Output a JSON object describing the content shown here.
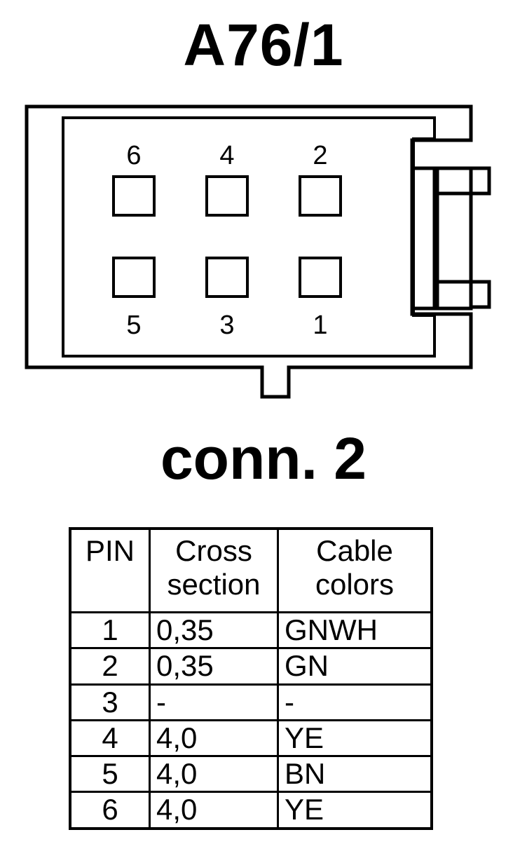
{
  "title": "A76/1",
  "subtitle": "conn. 2",
  "connector": {
    "top_row_pins": [
      "6",
      "4",
      "2"
    ],
    "bottom_row_pins": [
      "5",
      "3",
      "1"
    ]
  },
  "table": {
    "headers": {
      "pin": "PIN",
      "cross_line1": "Cross",
      "cross_line2": "section",
      "color_line1": "Cable",
      "color_line2": "colors"
    },
    "rows": [
      {
        "pin": "1",
        "cross": "0,35",
        "color": "GNWH"
      },
      {
        "pin": "2",
        "cross": "0,35",
        "color": "GN"
      },
      {
        "pin": "3",
        "cross": "-",
        "color": "-"
      },
      {
        "pin": "4",
        "cross": "4,0",
        "color": "YE"
      },
      {
        "pin": "5",
        "cross": "4,0",
        "color": "BN"
      },
      {
        "pin": "6",
        "cross": "4,0",
        "color": "YE"
      }
    ]
  }
}
